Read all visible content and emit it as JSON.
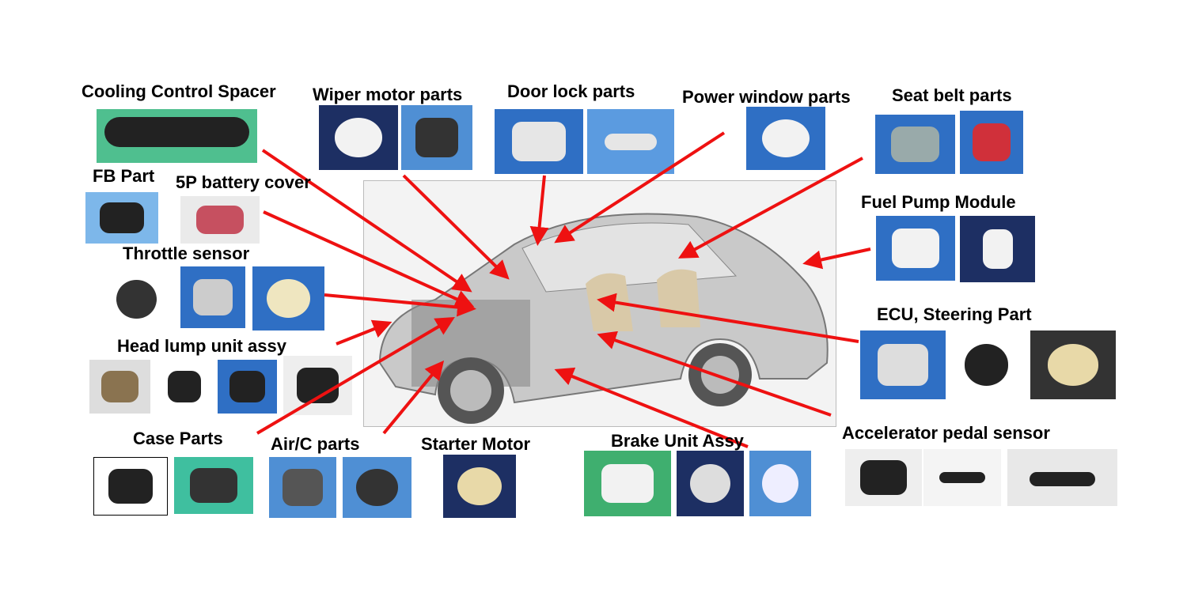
{
  "labels": {
    "cooling": "Cooling Control Spacer",
    "wiper": "Wiper motor parts",
    "door": "Door lock parts",
    "power_window": "Power window parts",
    "seat_belt": "Seat belt parts",
    "fb": "FB Part",
    "battery": "5P battery cover",
    "fuel": "Fuel Pump Module",
    "throttle": "Throttle sensor",
    "ecu": "ECU, Steering Part",
    "head": "Head lump unit assy",
    "case": "Case Parts",
    "airc": "Air/C parts",
    "starter": "Starter Motor",
    "brake": "Brake Unit Assy",
    "accel": "Accelerator pedal sensor"
  },
  "colors": {
    "arrow": "#ee1111",
    "photo_blue": "#2f6fc4",
    "photo_navy": "#1d2f63",
    "part_white": "#f2f2f2",
    "part_black": "#222222"
  }
}
